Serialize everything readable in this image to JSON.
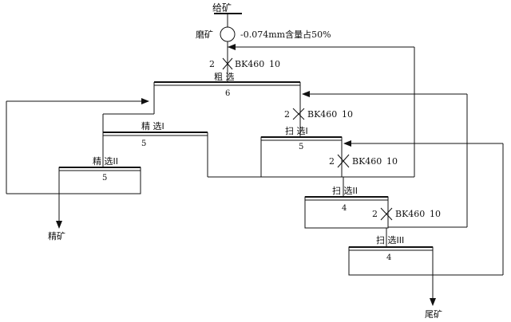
{
  "feed": "给矿",
  "mill": {
    "label": "磨矿",
    "note": "-0.074mm含量占50%"
  },
  "rougher": {
    "name": "粗 选",
    "count": "6"
  },
  "cleaner1": {
    "name": "精 选I",
    "count": "5"
  },
  "cleaner2": {
    "name": "精 选II",
    "count": "5"
  },
  "scav1": {
    "name": "扫 选I",
    "count": "5"
  },
  "scav2": {
    "name": "扫 选II",
    "count": "4"
  },
  "scav3": {
    "name": "扫 选III",
    "count": "4"
  },
  "pump_model": "BK460",
  "pump_count": "2",
  "pump_qty": "10",
  "concentrate": "精矿",
  "tailings": "尾矿"
}
